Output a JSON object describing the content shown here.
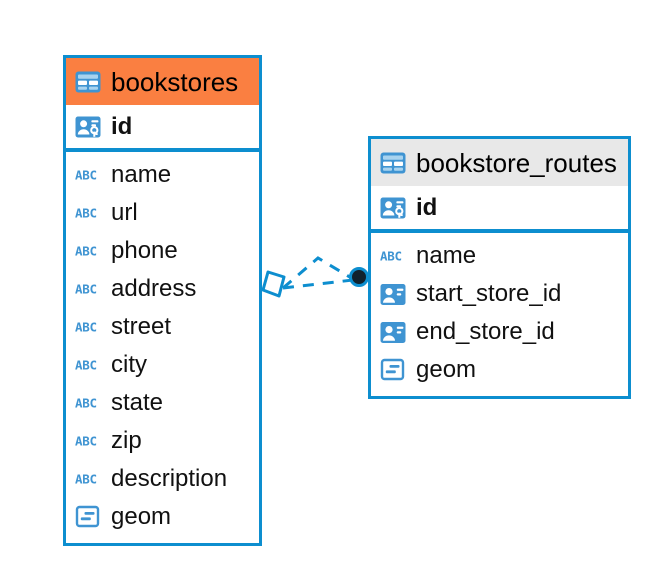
{
  "diagram": {
    "type": "entity-relationship-diagram",
    "colors": {
      "border": "#0d8ecf",
      "icon_blue": "#3f94d2",
      "selected_header": "#fa7f41",
      "header": "#e8e8e8",
      "link": "#0d8ecf",
      "endpoint": "#11222e"
    }
  },
  "tables": [
    {
      "name": "bookstores",
      "header_style": "selected",
      "table_icon": "table-grid-icon",
      "primary_key": {
        "label": "id",
        "icon": "primary-key-icon"
      },
      "fields": [
        {
          "label": "name",
          "icon": "text-type-icon"
        },
        {
          "label": "url",
          "icon": "text-type-icon"
        },
        {
          "label": "phone",
          "icon": "text-type-icon"
        },
        {
          "label": "address",
          "icon": "text-type-icon"
        },
        {
          "label": "street",
          "icon": "text-type-icon"
        },
        {
          "label": "city",
          "icon": "text-type-icon"
        },
        {
          "label": "state",
          "icon": "text-type-icon"
        },
        {
          "label": "zip",
          "icon": "text-type-icon"
        },
        {
          "label": "description",
          "icon": "text-type-icon"
        },
        {
          "label": "geom",
          "icon": "geometry-type-icon"
        }
      ]
    },
    {
      "name": "bookstore_routes",
      "header_style": "normal",
      "table_icon": "table-grid-icon",
      "primary_key": {
        "label": "id",
        "icon": "primary-key-icon"
      },
      "fields": [
        {
          "label": "name",
          "icon": "text-type-icon"
        },
        {
          "label": "start_store_id",
          "icon": "foreign-key-icon"
        },
        {
          "label": "end_store_id",
          "icon": "foreign-key-icon"
        },
        {
          "label": "geom",
          "icon": "geometry-type-icon"
        }
      ]
    }
  ],
  "relationship": {
    "from_table": "bookstores",
    "to_table": "bookstore_routes",
    "from_marker": "diamond-marker",
    "to_marker": "circle-endpoint",
    "line_style": "dashed",
    "cardinality_lines": 2
  }
}
